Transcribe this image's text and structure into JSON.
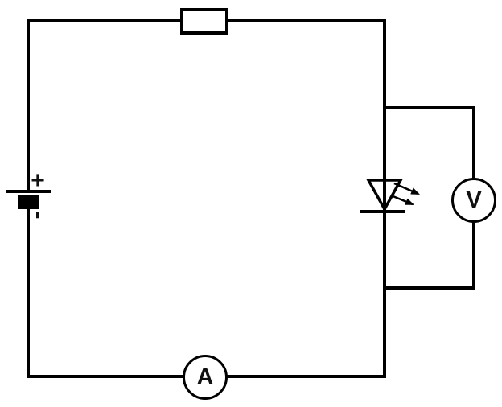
{
  "diagram": {
    "kind": "circuit-diagram"
  },
  "labels": {
    "battery_plus": "+",
    "battery_minus": "-",
    "voltmeter": "V",
    "ammeter": "A"
  },
  "colors": {
    "wire": "#000000",
    "background": "#ffffff",
    "label_text": "#111111"
  },
  "icons": {
    "battery": "battery-cell-icon",
    "resistor": "resistor-icon",
    "led": "led-icon",
    "voltmeter": "voltmeter-icon",
    "ammeter": "ammeter-icon"
  }
}
